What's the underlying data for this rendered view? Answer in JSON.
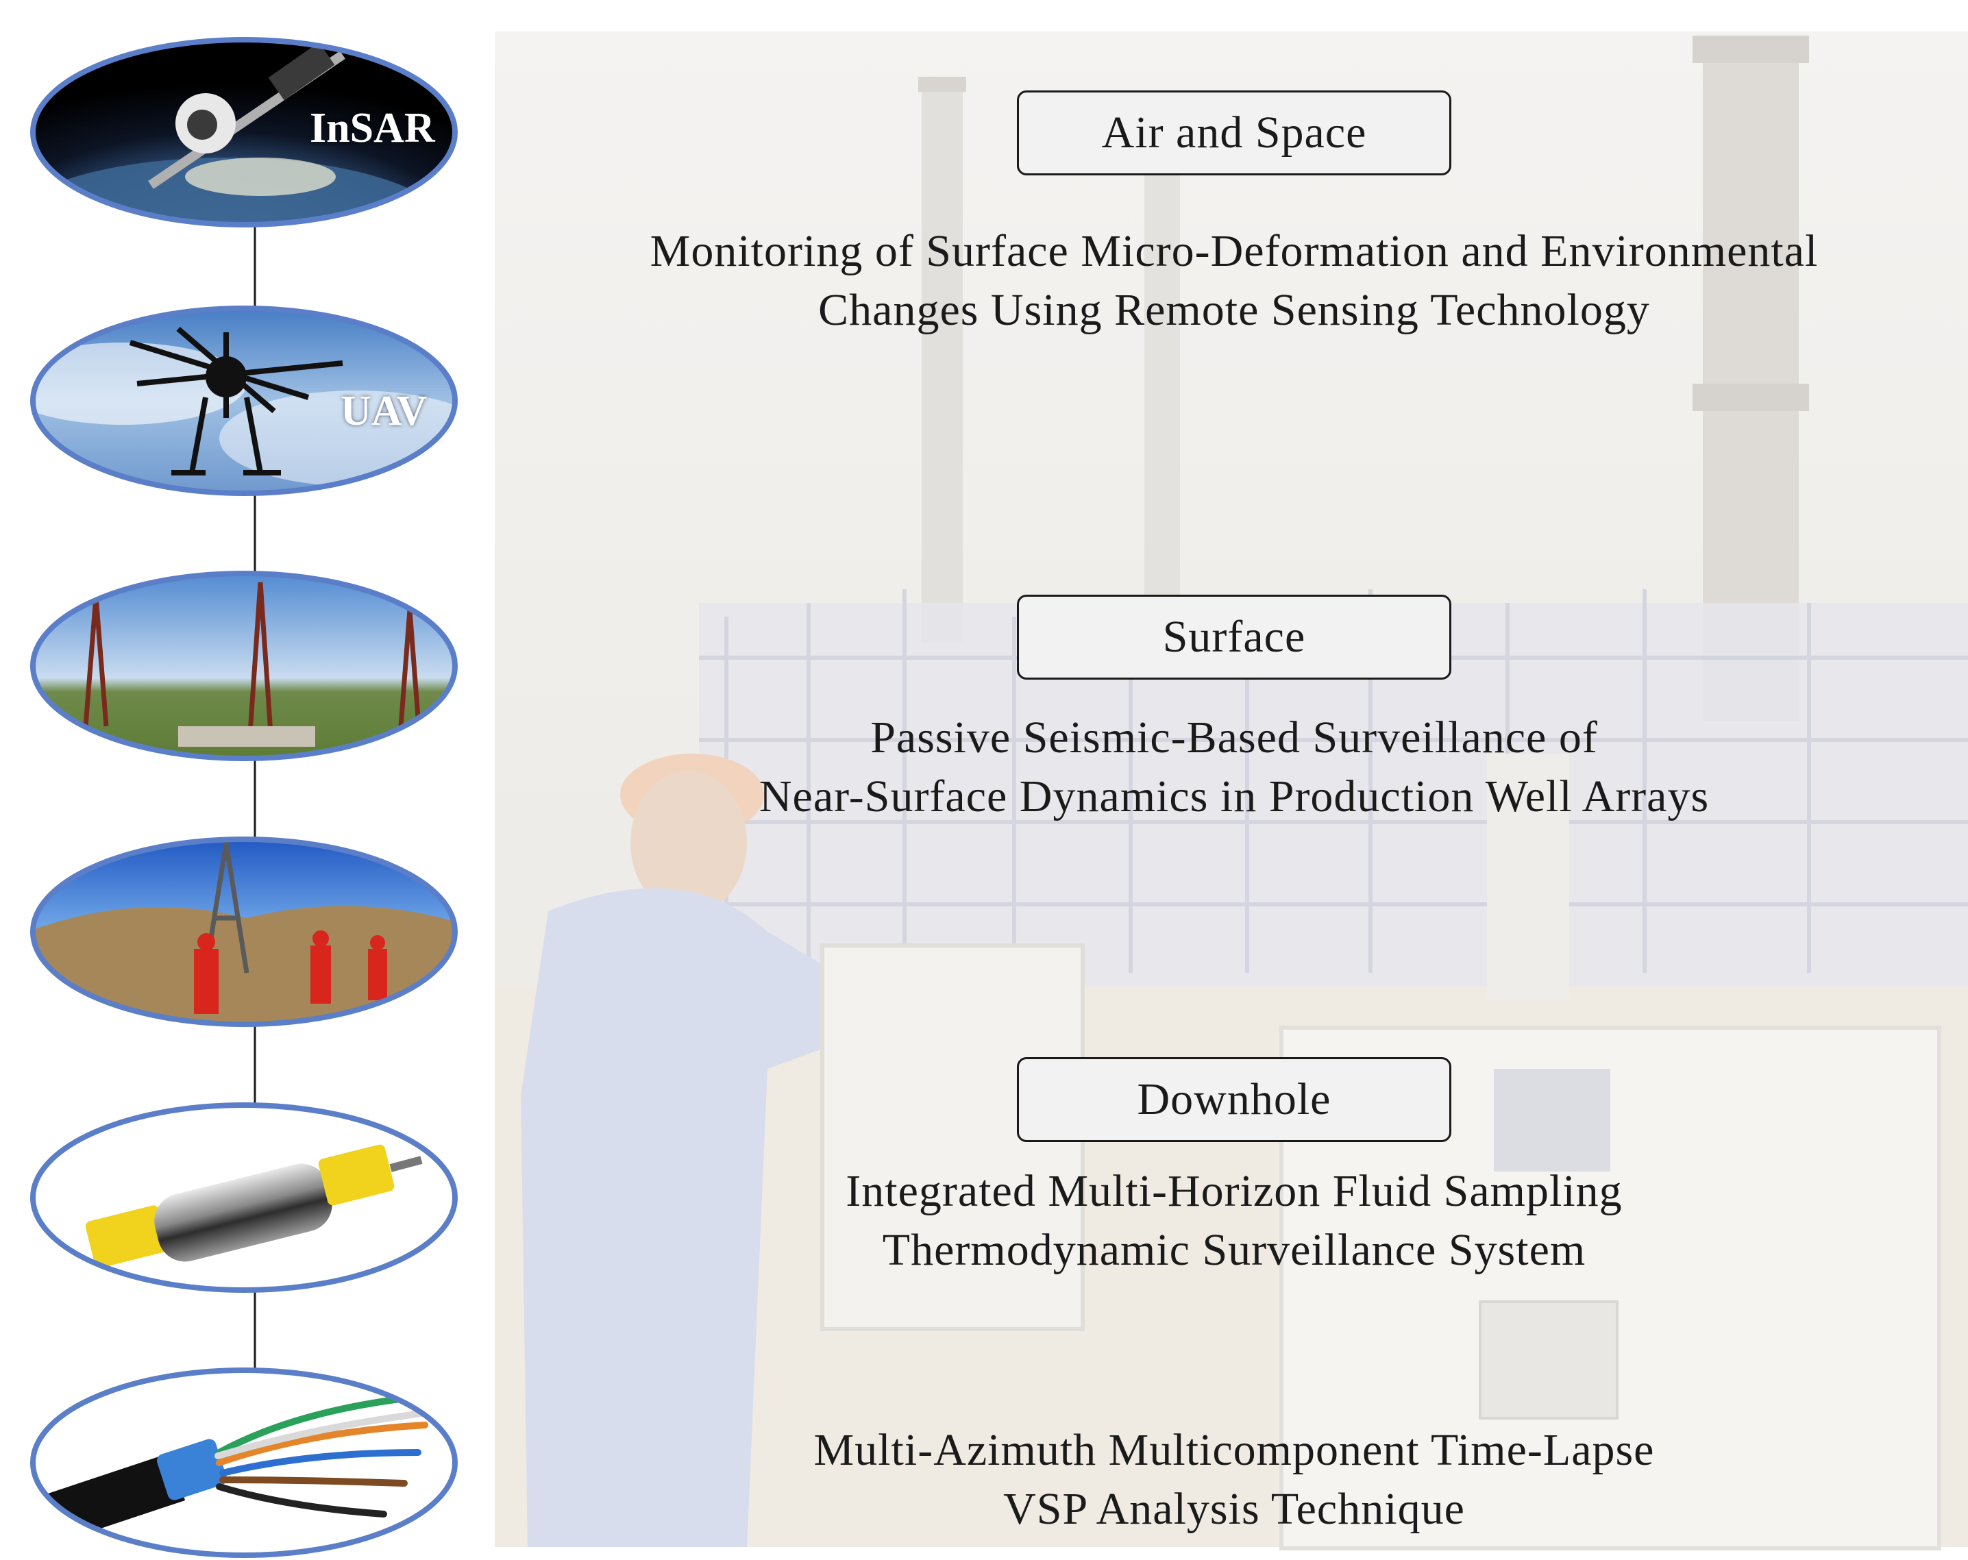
{
  "levels": [
    {
      "label": "Air and Space",
      "description": [
        "Monitoring of Surface Micro-Deformation and Environmental",
        "Changes Using Remote Sensing Technology"
      ]
    },
    {
      "label": "Surface",
      "description": [
        "Passive Seismic-Based Surveillance of",
        "Near-Surface Dynamics in Production Well Arrays"
      ]
    },
    {
      "label": "Downhole",
      "description": [
        "Integrated Multi-Horizon Fluid Sampling",
        "Thermodynamic Surveillance System"
      ]
    },
    {
      "label": "",
      "description": [
        "Multi-Azimuth Multicomponent Time-Lapse",
        "VSP Analysis Technique"
      ]
    }
  ],
  "ovals": [
    {
      "label": "InSAR",
      "icon": "satellite-earth-image"
    },
    {
      "label": "UAV",
      "icon": "drone-sky-image"
    },
    {
      "label": "",
      "icon": "drilling-rigs-landscape-image"
    },
    {
      "label": "",
      "icon": "field-crew-drill-rig-image"
    },
    {
      "label": "",
      "icon": "downhole-tool-image"
    },
    {
      "label": "",
      "icon": "fiber-cable-bundle-image"
    }
  ],
  "colors": {
    "oval_border": "#5b7ec9",
    "box_fill": "#f2f2f2",
    "text": "#1a1a1a",
    "background_tint": "#eeeae3"
  }
}
